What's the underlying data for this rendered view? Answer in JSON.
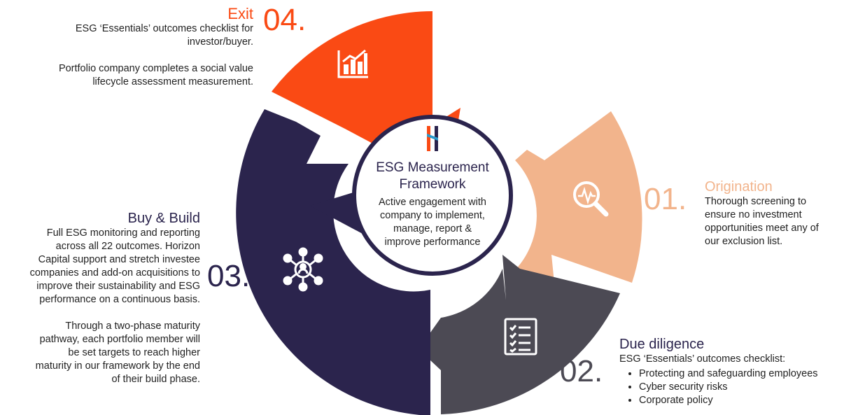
{
  "center": {
    "title_line1": "ESG Measurement",
    "title_line2": "Framework",
    "body_lines": [
      "Active engagement with",
      "company to implement,",
      "manage, report &",
      "improve performance"
    ]
  },
  "stages": {
    "origination": {
      "number": "01.",
      "title": "Origination",
      "text_lines": [
        "Thorough screening to",
        "ensure no investment",
        "opportunities meet any of",
        "our exclusion list."
      ],
      "color": "#F2B48C",
      "icon": "magnifier-pulse-icon"
    },
    "due_diligence": {
      "number": "02.",
      "title": "Due diligence",
      "intro": "ESG ‘Essentials’ outcomes checklist:",
      "bullets": [
        "Protecting and safeguarding employees",
        "Cyber security risks",
        "Corporate policy"
      ],
      "color": "#4C4A54",
      "icon": "checklist-icon"
    },
    "buy_build": {
      "number": "03.",
      "title": "Buy & Build",
      "para1_lines": [
        "Full ESG monitoring and reporting",
        "across all 22 outcomes. Horizon",
        "Capital support and stretch investee",
        "companies and add-on acquisitions to",
        "improve their sustainability and ESG",
        "performance on a continuous basis."
      ],
      "para2_lines": [
        "Through a two-phase maturity",
        "pathway, each portfolio member will",
        "be set targets to reach higher",
        "maturity in our framework by the end",
        "of their build phase."
      ],
      "color": "#2B244D",
      "icon": "network-icon"
    },
    "exit": {
      "number": "04.",
      "title": "Exit",
      "para1_lines": [
        "ESG ‘Essentials’ outcomes checklist for",
        "investor/buyer."
      ],
      "para2_lines": [
        "Portfolio company completes a social value",
        "lifecycle assessment measurement."
      ],
      "color": "#FA4A14",
      "icon": "bar-chart-icon"
    }
  }
}
